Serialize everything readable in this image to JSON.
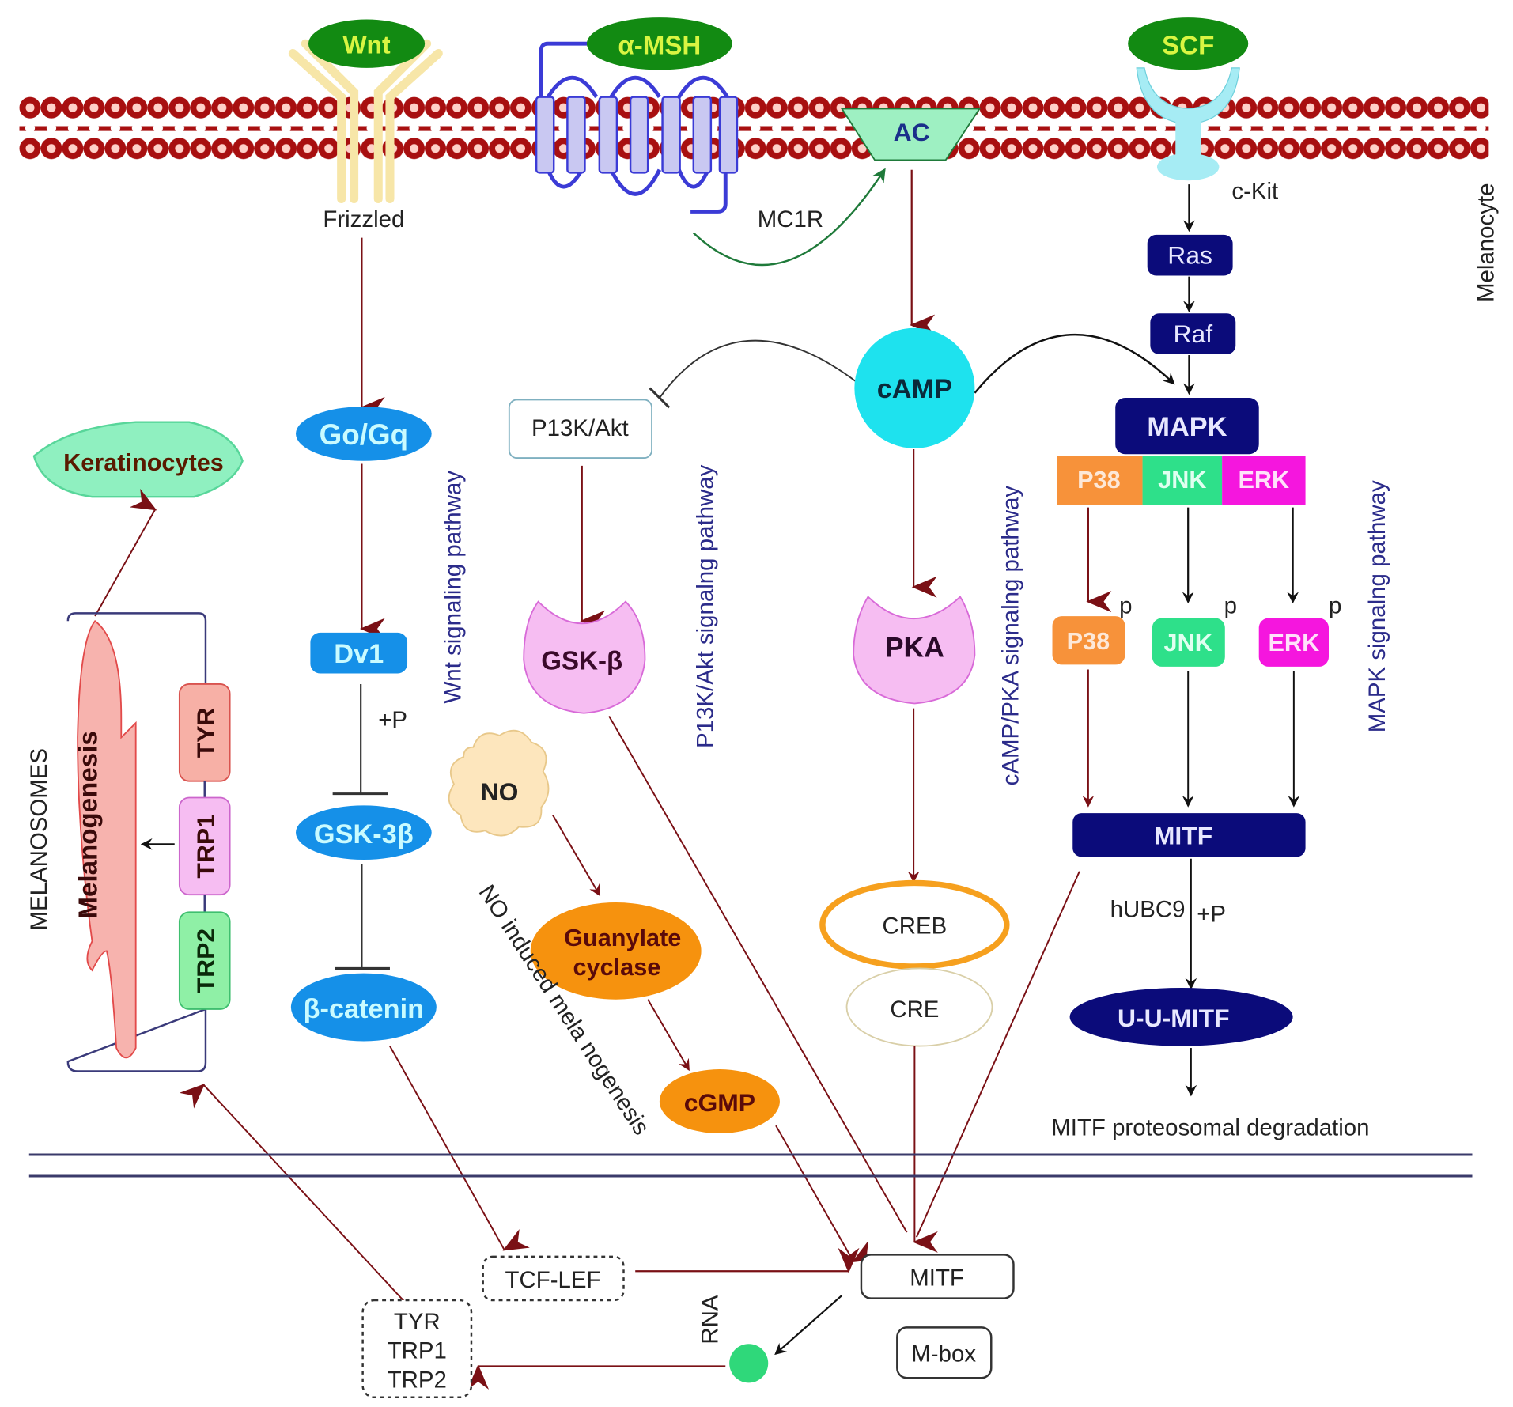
{
  "title": "Melanogenesis signaling pathways in melanocyte",
  "colors": {
    "membrane": "#a80f10",
    "ligand": "#128a12",
    "ligand_text": "#d9f542",
    "wnt_blue": "#1590e8",
    "navy": "#0b0b7a",
    "cyan": "#1ee2ee",
    "pink_enzyme": "#f6bdf2",
    "orange": "#f6920e",
    "p38": "#f7923a",
    "jnk": "#2ee08a",
    "erk": "#f516de",
    "arrow_red": "#7a1015",
    "pathway_label": "#2b2b8a"
  },
  "membrane": {
    "ligands": [
      "Wnt",
      "α-MSH",
      "SCF"
    ],
    "receptors": [
      "Frizzled",
      "MC1R",
      "AC",
      "c-Kit"
    ],
    "cell_label": "Melanocyte"
  },
  "wnt": {
    "nodes": [
      "Go/Gq",
      "Dv1",
      "GSK-3β",
      "β-catenin"
    ],
    "phospho": "+P",
    "pathway_label": "Wnt signaling pathway"
  },
  "pi3k": {
    "nodes": [
      "P13K/Akt",
      "GSK-β"
    ],
    "pathway_label": "P13K/Akt signalng pathway"
  },
  "camp": {
    "nodes": [
      "cAMP",
      "PKA",
      "CREB",
      "CRE"
    ],
    "pathway_label": "cAMP/PKA signalng pathway"
  },
  "mapk": {
    "nodes": [
      "Ras",
      "Raf",
      "MAPK"
    ],
    "kinases": [
      "P38",
      "JNK",
      "ERK"
    ],
    "phospho_mark": "p",
    "mitf": "MITF",
    "hubc9": "hUBC9",
    "phospho": "+P",
    "uu_mitf": "U-U-MITF",
    "degradation": "MITF proteosomal degradation",
    "pathway_label": "MAPK signalng pathway"
  },
  "no": {
    "nodes": [
      "NO",
      "Guanylate cyclase",
      "cGMP"
    ],
    "guanylate_lines": [
      "Guanylate",
      "cyclase"
    ],
    "pathway_label": "NO induced mela nogenesis"
  },
  "melanosome": {
    "keratinocytes": "Keratinocytes",
    "melanogenesis": "Melanogenesis",
    "enzymes": [
      "TYR",
      "TRP1",
      "TRP2"
    ],
    "label": "MELANOSOMES"
  },
  "nucleus": {
    "tcf_lef": "TCF-LEF",
    "mitf": "MITF",
    "mbox": "M-box",
    "rna": "RNA",
    "genes": [
      "TYR",
      "TRP1",
      "TRP2"
    ]
  }
}
